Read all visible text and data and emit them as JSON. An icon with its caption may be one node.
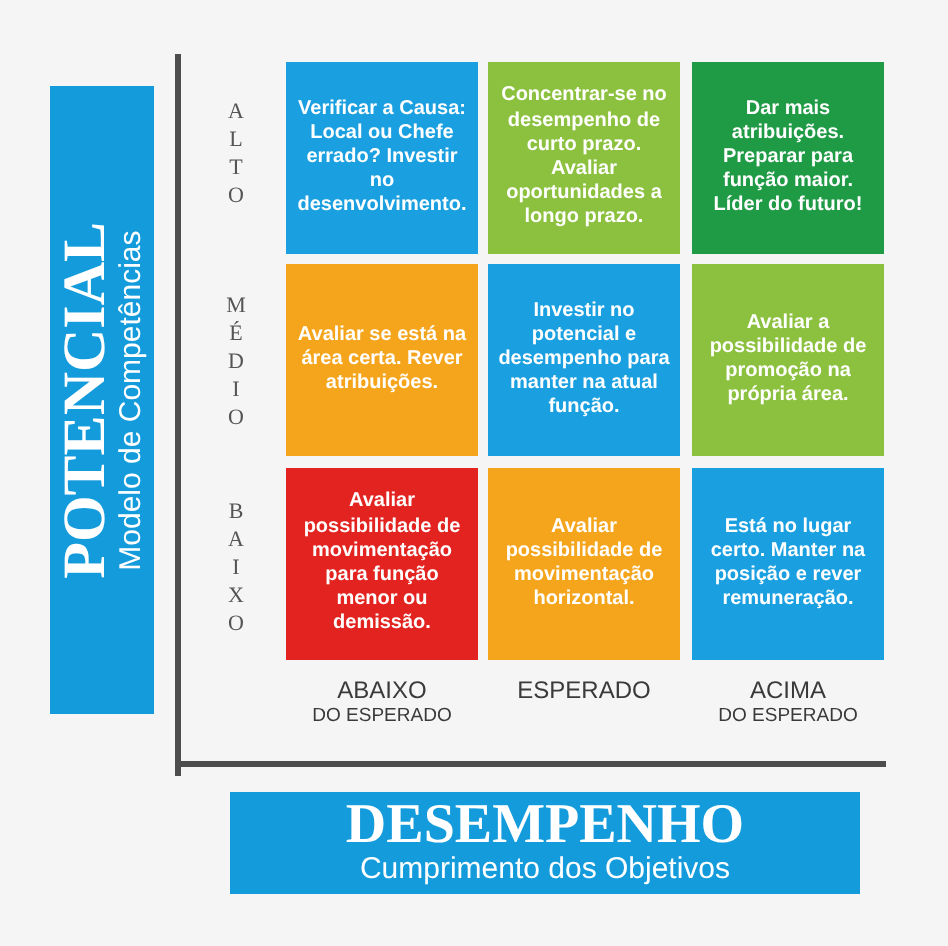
{
  "diagram": {
    "nodes": [
      {
        "text": [
          "POTENCIAL",
          "Modelo de Competências"
        ]
      },
      {
        "text": [
          "Verificar a Causa: Local ou Chefe errado? Investir no desenvolvimento."
        ]
      },
      {
        "text": [
          "Concentrar-se no desempenho de curto prazo. Avaliar oportunidades a longo prazo."
        ]
      },
      {
        "text": [
          "Dar mais atribuições. Preparar para função maior. Líder do futuro!"
        ]
      },
      {
        "text": [
          "Avaliar se está na área certa. Rever atribuições."
        ]
      },
      {
        "text": [
          "Investir no potencial e desempenho para manter na atual função."
        ]
      },
      {
        "text": [
          "Avaliar a possibilidade de promoção na própria área."
        ]
      },
      {
        "text": [
          "Avaliar possibilidade de movimentação para função menor ou demissão."
        ]
      },
      {
        "text": [
          "Avaliar possibilidade de movimentação horizontal."
        ]
      },
      {
        "text": [
          "Está no lugar certo. Manter na posição e rever remuneração."
        ]
      },
      {
        "text": [
          "DESEMPENHO",
          "Cumprimento dos Objetivos"
        ]
      }
    ],
    "labels": [
      "ALTO",
      "MÉDIO",
      "BAIXO",
      "ABAIXO",
      "DO ESPERADO",
      "ESPERADO",
      "ACIMA",
      "DO ESPERADO"
    ]
  }
}
